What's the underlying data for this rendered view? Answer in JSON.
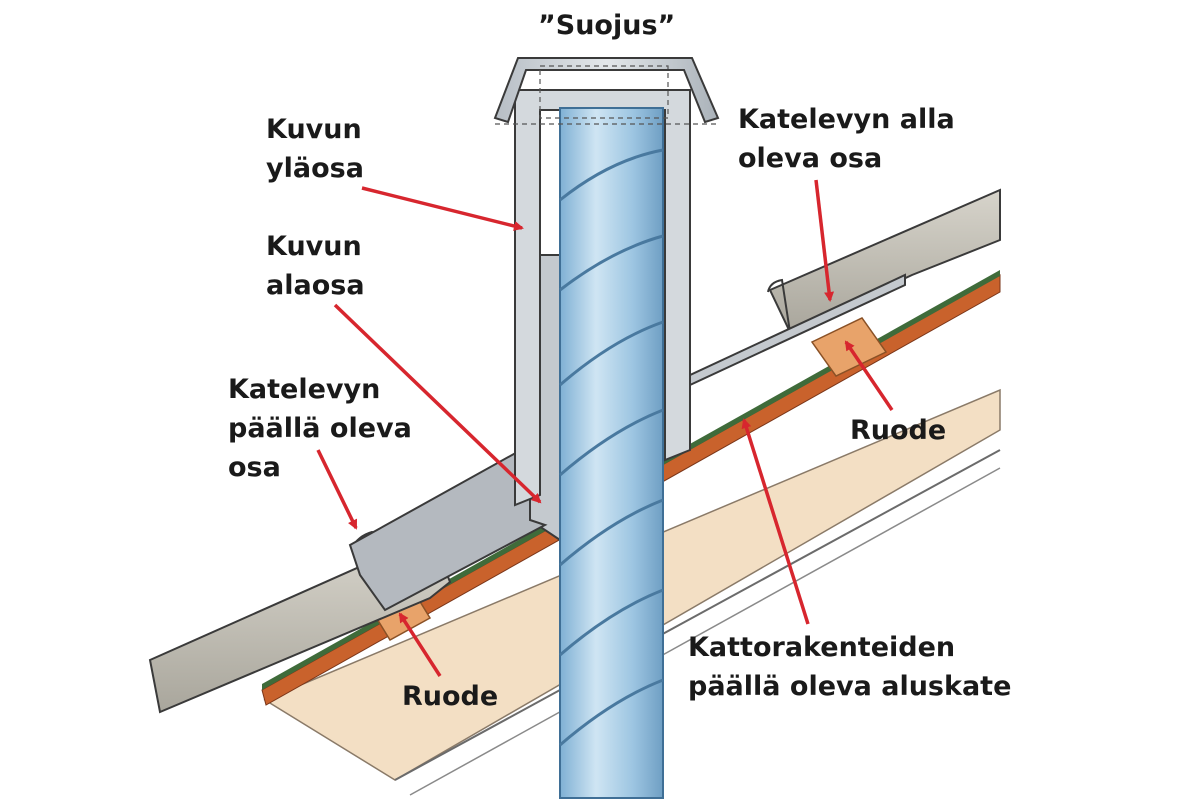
{
  "labels": {
    "suojus": "”Suojus”",
    "kuvun_ylaosa": [
      "Kuvun",
      "yläosa"
    ],
    "kuvun_alaosa": [
      "Kuvun",
      "alaosa"
    ],
    "katelevyn_paalla": [
      "Katelevyn",
      "päällä oleva",
      "osa"
    ],
    "katelevyn_alla": [
      "Katelevyn alla",
      "oleva osa"
    ],
    "ruode_left": "Ruode",
    "ruode_right": "Ruode",
    "aluskate": [
      "Kattorakenteiden",
      "päällä oleva aluskate"
    ]
  },
  "colors": {
    "arrow": "#d7262e",
    "pipe": "#a9cde6",
    "pipe_dark": "#5d8fb5",
    "roof_base": "#f2dcc0",
    "underlay": "#c9622c",
    "batten": "#e8a36a",
    "sheet": "#b9b6ac",
    "cap": "#c6cbd0",
    "stroke": "#3a3a3a"
  }
}
